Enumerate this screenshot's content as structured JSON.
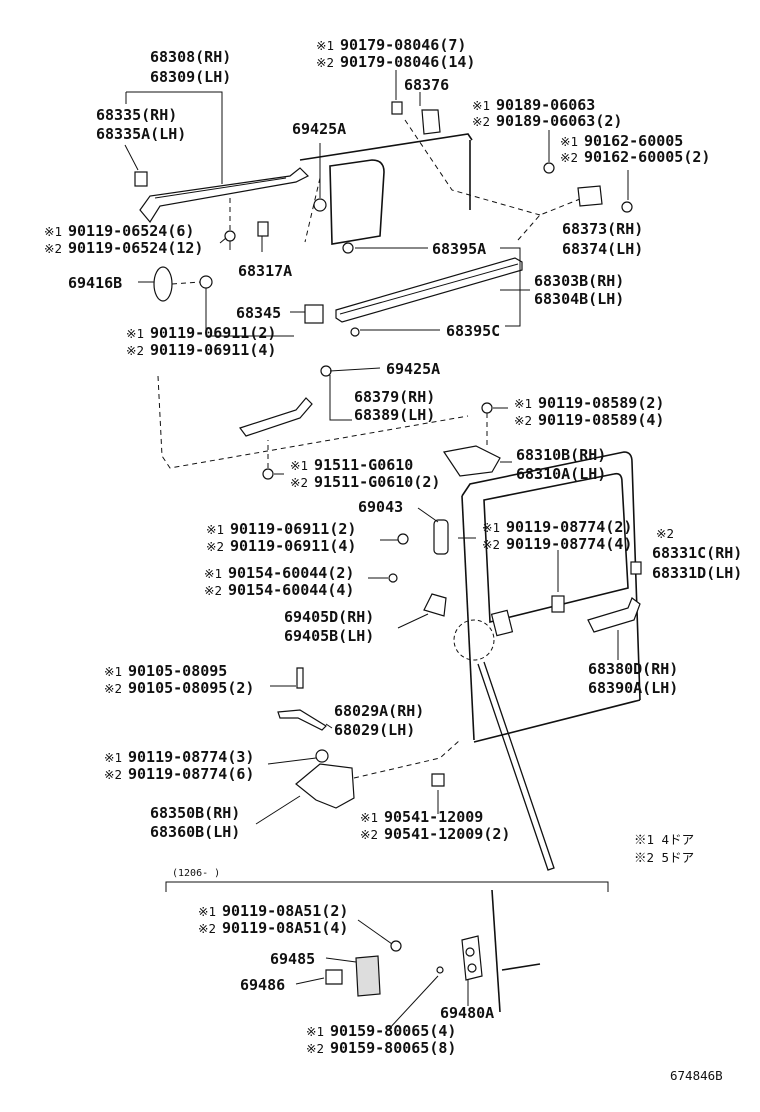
{
  "parts": {
    "p68308": "68308(RH)",
    "p68309": "68309(LH)",
    "p68335": "68335(RH)",
    "p68335A": "68335A(LH)",
    "r90119_06524_1": "90119-06524(6)",
    "r90119_06524_2": "90119-06524(12)",
    "p69416B": "69416B",
    "r90119_06911_1": "90119-06911(2)",
    "r90119_06911_2": "90119-06911(4)",
    "p68317A": "68317A",
    "p68345": "68345",
    "r90179_1": "90179-08046(7)",
    "r90179_2": "90179-08046(14)",
    "p68376": "68376",
    "p69425A_top": "69425A",
    "r90189_1": "90189-06063",
    "r90189_2": "90189-06063(2)",
    "r90162_1": "90162-60005",
    "r90162_2": "90162-60005(2)",
    "p68373": "68373(RH)",
    "p68374": "68374(LH)",
    "p68395A": "68395A",
    "p68303B": "68303B(RH)",
    "p68304B": "68304B(LH)",
    "p68395C": "68395C",
    "p69425A_mid": "69425A",
    "p68379": "68379(RH)",
    "p68389": "68389(LH)",
    "r91511_1": "91511-G0610",
    "r91511_2": "91511-G0610(2)",
    "r90119_08589_1": "90119-08589(2)",
    "r90119_08589_2": "90119-08589(4)",
    "p68310B": "68310B(RH)",
    "p68310A": "68310A(LH)",
    "p69043": "69043",
    "r90119_06911b_1": "90119-06911(2)",
    "r90119_06911b_2": "90119-06911(4)",
    "r90119_08774_1": "90119-08774(2)",
    "r90119_08774_2": "90119-08774(4)",
    "note2_mark": "※2",
    "p68331C": "68331C(RH)",
    "p68331D": "68331D(LH)",
    "r90154_1": "90154-60044(2)",
    "r90154_2": "90154-60044(4)",
    "p69405D": "69405D(RH)",
    "p69405B": "69405B(LH)",
    "p68380D": "68380D(RH)",
    "p68390A": "68390A(LH)",
    "r90105_1": "90105-08095",
    "r90105_2": "90105-08095(2)",
    "p68029A": "68029A(RH)",
    "p68029": "68029(LH)",
    "r90119_08774b_1": "90119-08774(3)",
    "r90119_08774b_2": "90119-08774(6)",
    "p68350B": "68350B(RH)",
    "p68360B": "68360B(LH)",
    "r90541_1": "90541-12009",
    "r90541_2": "90541-12009(2)",
    "legend1": "※1 4ドア",
    "legend2": "※2 5ドア",
    "date_range": "(1206-      )",
    "r90119_08A51_1": "90119-08A51(2)",
    "r90119_08A51_2": "90119-08A51(4)",
    "p69485": "69485",
    "p69486": "69486",
    "p69480A": "69480A",
    "r90159_1": "90159-80065(4)",
    "r90159_2": "90159-80065(8)",
    "figure_id": "674846B"
  },
  "marks": {
    "m1": "※1",
    "m2": "※2"
  }
}
